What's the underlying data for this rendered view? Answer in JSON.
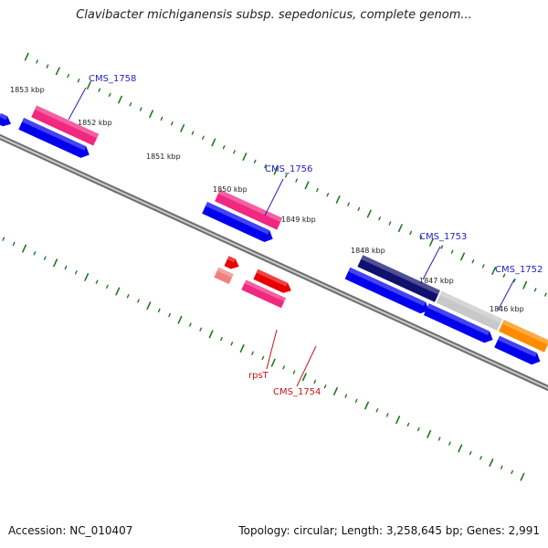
{
  "title": "Clavibacter michiganensis subsp. sepedonicus, complete genom...",
  "footer": {
    "accession": "Accession: NC_010407",
    "topology": "Topology: circular; Length: 3,258,645 bp; Genes: 2,991"
  },
  "colors": {
    "backbone": "#7f7f7f",
    "tick": "#1d7a1d",
    "label_blue": "#1f1fbf",
    "label_red": "#c81414",
    "cds_blue": "#0000ee",
    "gene_pink": "#f0287f",
    "gene_navy": "#10106e",
    "gene_grey": "#c8c8c8",
    "gene_red": "#e80000",
    "gene_salmon": "#f08080",
    "gene_orange": "#ff8c00"
  },
  "ticks": [
    {
      "label": "1853 kbp",
      "pos": 1853
    },
    {
      "label": "1852 kbp",
      "pos": 1852
    },
    {
      "label": "1851 kbp",
      "pos": 1851
    },
    {
      "label": "1850 kbp",
      "pos": 1850
    },
    {
      "label": "1849 kbp",
      "pos": 1849
    },
    {
      "label": "1848 kbp",
      "pos": 1848
    },
    {
      "label": "1847 kbp",
      "pos": 1847
    },
    {
      "label": "1846 kbp",
      "pos": 1846
    }
  ],
  "genes": [
    {
      "name": "CMS_1758",
      "color": "label_blue"
    },
    {
      "name": "CMS_1756",
      "color": "label_blue"
    },
    {
      "name": "CMS_1753",
      "color": "label_blue"
    },
    {
      "name": "CMS_1752",
      "color": "label_blue"
    },
    {
      "name": "rpsT",
      "color": "label_red"
    },
    {
      "name": "CMS_1754",
      "color": "label_red"
    }
  ]
}
